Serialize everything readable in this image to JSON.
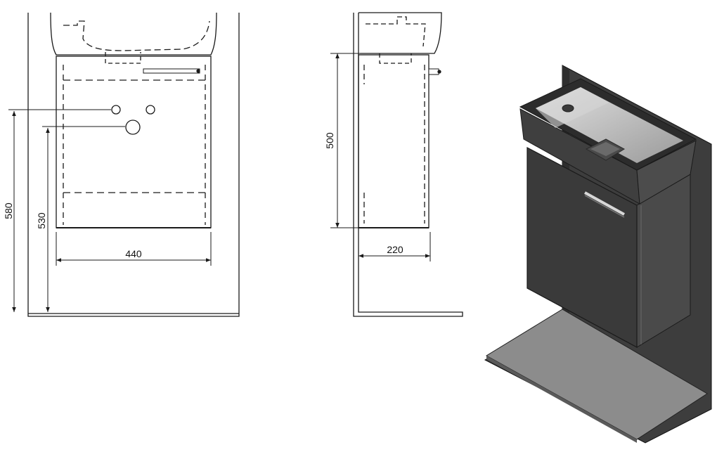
{
  "dimensions": {
    "front_width": "440",
    "front_height_total": "580",
    "front_height_drain": "530",
    "side_depth": "220",
    "side_height": "500"
  },
  "colors": {
    "line": "#1a1a1a",
    "cabinet_dark": "#3a3a3a",
    "cabinet_side": "#4a4a4a",
    "basin_inner": "#bdbdbd",
    "floor": "#8c8c8c",
    "wall": "#3d3d3d"
  }
}
